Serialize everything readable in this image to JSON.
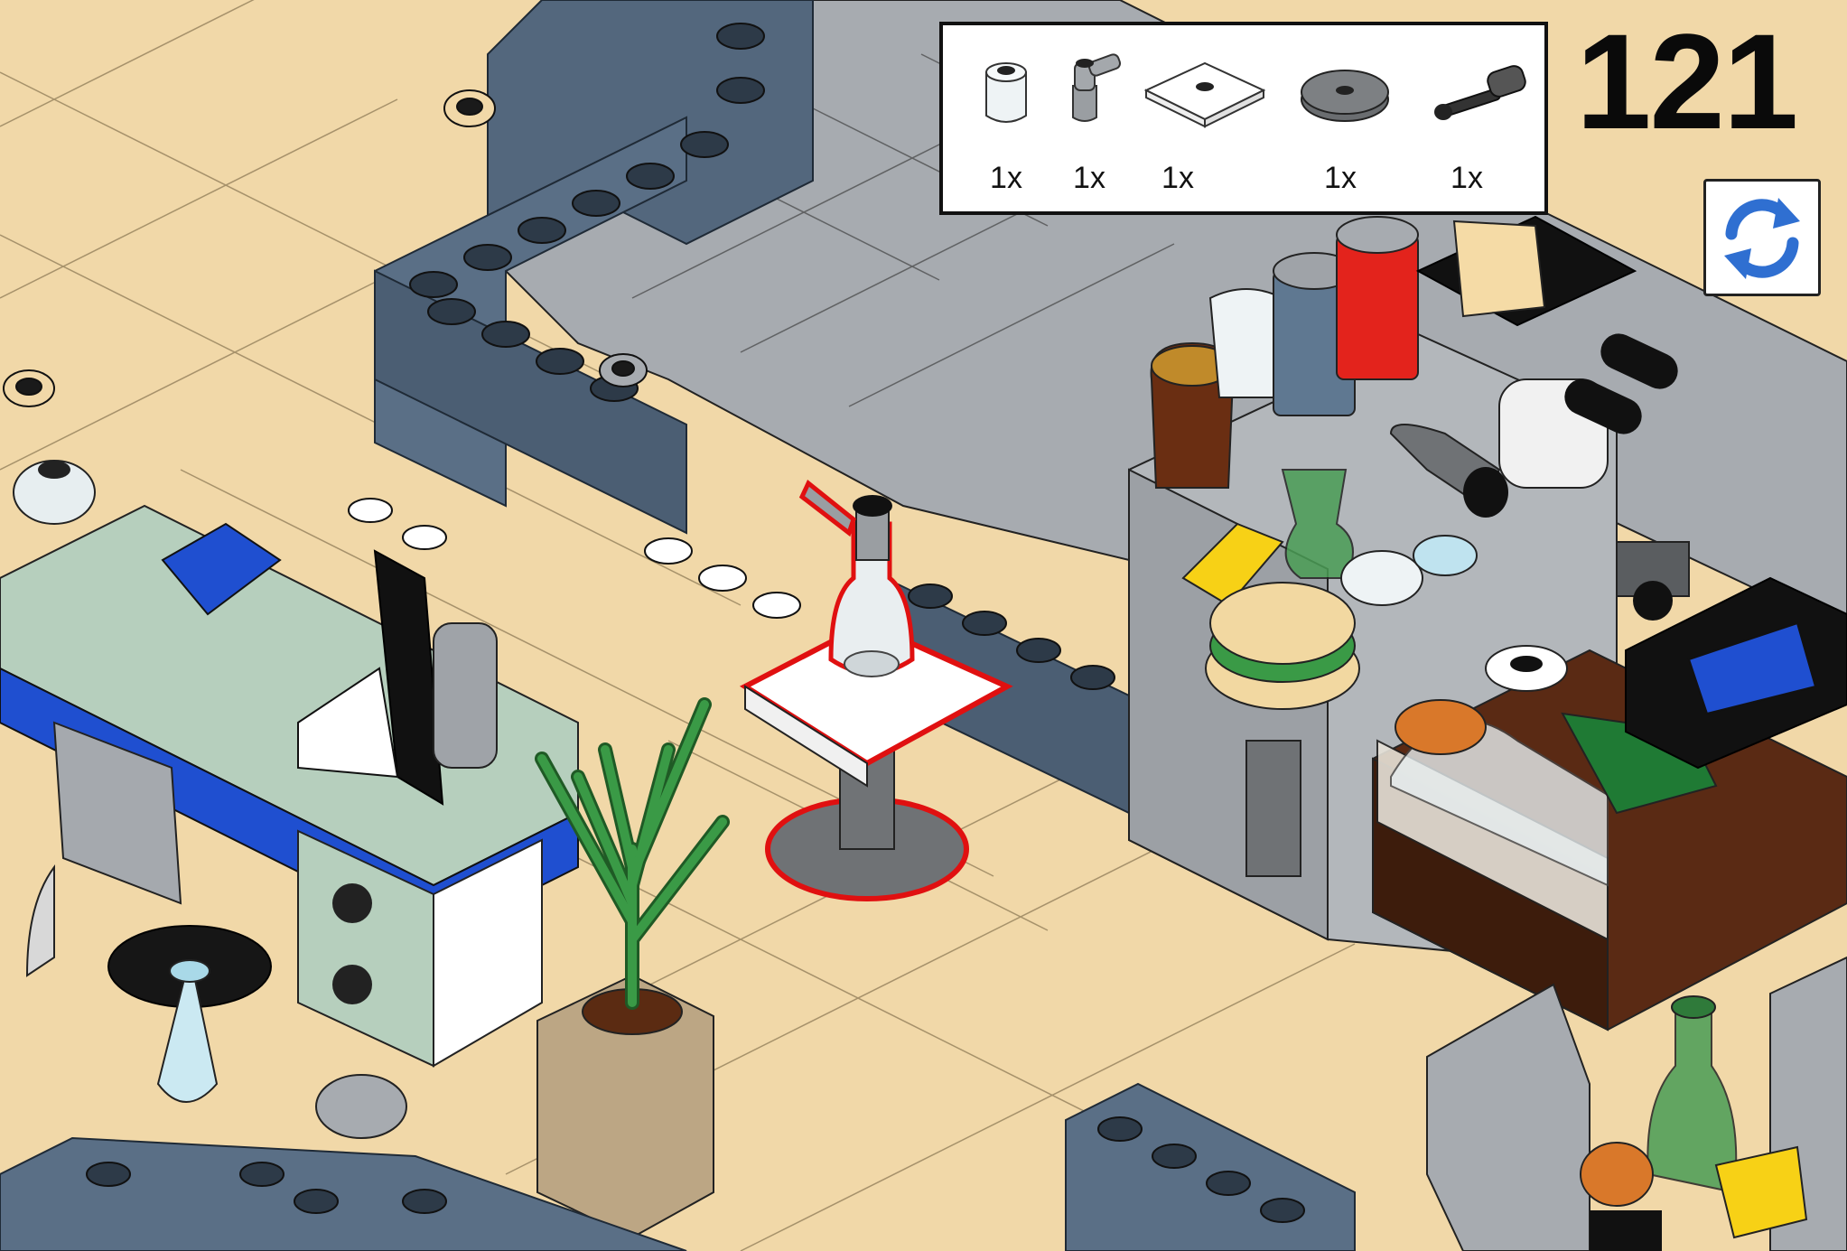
{
  "step": {
    "number": "121"
  },
  "parts_list": [
    {
      "icon": "transparent-round-brick-icon",
      "qty": "1x"
    },
    {
      "icon": "bar-holder-clip-icon",
      "qty": "1x"
    },
    {
      "icon": "white-plate-2x2-with-stud-icon",
      "qty": "1x"
    },
    {
      "icon": "dark-gray-round-plate-icon",
      "qty": "1x"
    },
    {
      "icon": "black-bar-with-stopper-icon",
      "qty": "1x"
    }
  ],
  "rotate_button": {
    "icon": "rotate-arrows-icon",
    "color": "#2f6fd1"
  },
  "colors": {
    "floor_tan": "#f1d8a8",
    "wall_blue_gray": "#5a6f86",
    "floor_gray": "#a9adb2",
    "highlight": "#e01010"
  }
}
